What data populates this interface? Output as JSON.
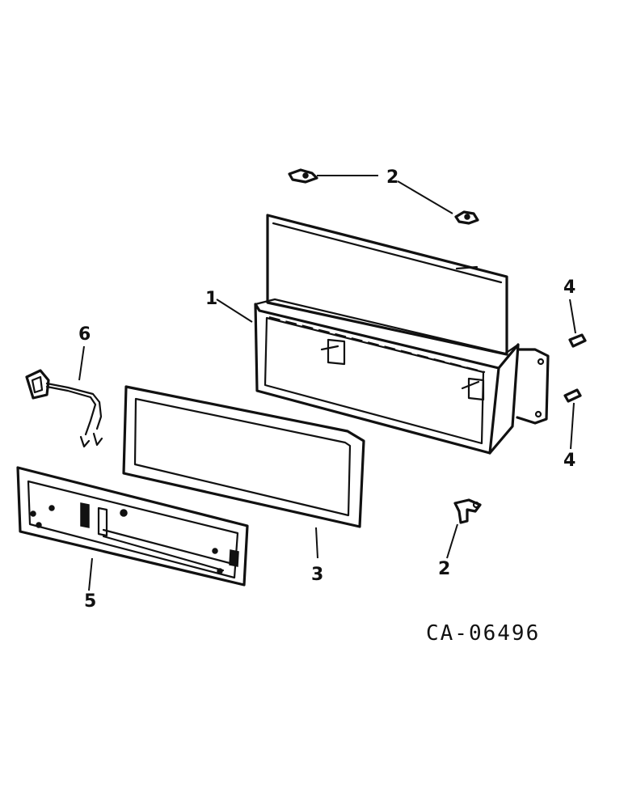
{
  "callouts": {
    "c1": "1",
    "c2_top": "2",
    "c2_bottom": "2",
    "c3": "3",
    "c4_top": "4",
    "c4_bottom": "4",
    "c5": "5",
    "c6": "6"
  },
  "drawing_number": "CA-06496"
}
